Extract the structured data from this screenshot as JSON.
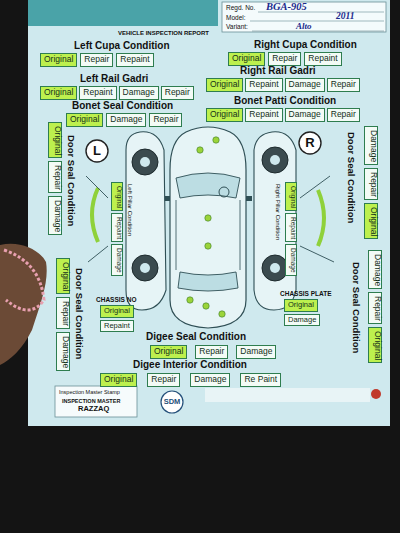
{
  "diagram": {
    "nodes": [
      {
        "text": [
          "Original"
        ]
      },
      {
        "text": [
          "Repair"
        ]
      },
      {
        "text": [
          "Repaint"
        ]
      },
      {
        "text": [
          "Original"
        ]
      },
      {
        "text": [
          "Repair"
        ]
      },
      {
        "text": [
          "Repaint"
        ]
      },
      {
        "text": [
          "Original"
        ]
      },
      {
        "text": [
          "Repaint"
        ]
      },
      {
        "text": [
          "Damage"
        ]
      },
      {
        "text": [
          "Repair"
        ]
      },
      {
        "text": [
          "Original"
        ]
      },
      {
        "text": [
          "Repaint"
        ]
      },
      {
        "text": [
          "Damage"
        ]
      },
      {
        "text": [
          "Repair"
        ]
      },
      {
        "text": [
          "Original"
        ]
      },
      {
        "text": [
          "Damage"
        ]
      },
      {
        "text": [
          "Repair"
        ]
      },
      {
        "text": [
          "Original"
        ]
      },
      {
        "text": [
          "Repaint"
        ]
      },
      {
        "text": [
          "Damage"
        ]
      },
      {
        "text": [
          "Repair"
        ]
      },
      {
        "text": [
          "Original"
        ]
      },
      {
        "text": [
          "Repair"
        ]
      },
      {
        "text": [
          "Damage"
        ]
      },
      {
        "text": [
          "Original"
        ]
      },
      {
        "text": [
          "Repair"
        ]
      },
      {
        "text": [
          "Damage"
        ]
      },
      {
        "text": [
          "Damage"
        ]
      },
      {
        "text": [
          "Repair"
        ]
      },
      {
        "text": [
          "Original"
        ]
      },
      {
        "text": [
          "Damage"
        ]
      },
      {
        "text": [
          "Repair"
        ]
      },
      {
        "text": [
          "Original"
        ]
      },
      {
        "text": [
          "Original"
        ]
      },
      {
        "text": [
          "Repaint"
        ]
      },
      {
        "text": [
          "Damage"
        ]
      },
      {
        "text": [
          "Original"
        ]
      },
      {
        "text": [
          "Repaint"
        ]
      },
      {
        "text": [
          "Damage"
        ]
      },
      {
        "text": [
          "Original"
        ]
      },
      {
        "text": [
          "Repaint"
        ]
      },
      {
        "text": [
          "Original"
        ]
      },
      {
        "text": [
          "Damage"
        ]
      },
      {
        "text": [
          "Original"
        ]
      },
      {
        "text": [
          "Repair"
        ]
      },
      {
        "text": [
          "Damage"
        ]
      },
      {
        "text": [
          "Original"
        ]
      },
      {
        "text": [
          "Repair"
        ]
      },
      {
        "text": [
          "Damage"
        ]
      },
      {
        "text": [
          "Re Paint"
        ]
      }
    ],
    "labels": [
      "Regd. No.",
      "BGA-905",
      "Model:",
      "2011",
      "Variant:",
      "Alto",
      "VEHICLE INSPECTION REPORT",
      "Left Cupa Condition",
      "Right Cupa Condition",
      "Left Rail Gadri",
      "Right Rail Gadri",
      "Bonet Seal Condition",
      "Bonet Patti Condition",
      "L",
      "R",
      "Door Seal Condition",
      "Door Seal Condition",
      "Door Seal Condition",
      "Door Seal Condition",
      "Left Pillar Condition",
      "Right Pillar Condition",
      "CHASSIS NO",
      "CHASSIS PLATE",
      "Digee Seal Condition",
      "Digee Interior Condition",
      "Inspection Master Stamp",
      "INSPECTION MASTER",
      "RAZZAQ",
      "SDM"
    ]
  }
}
